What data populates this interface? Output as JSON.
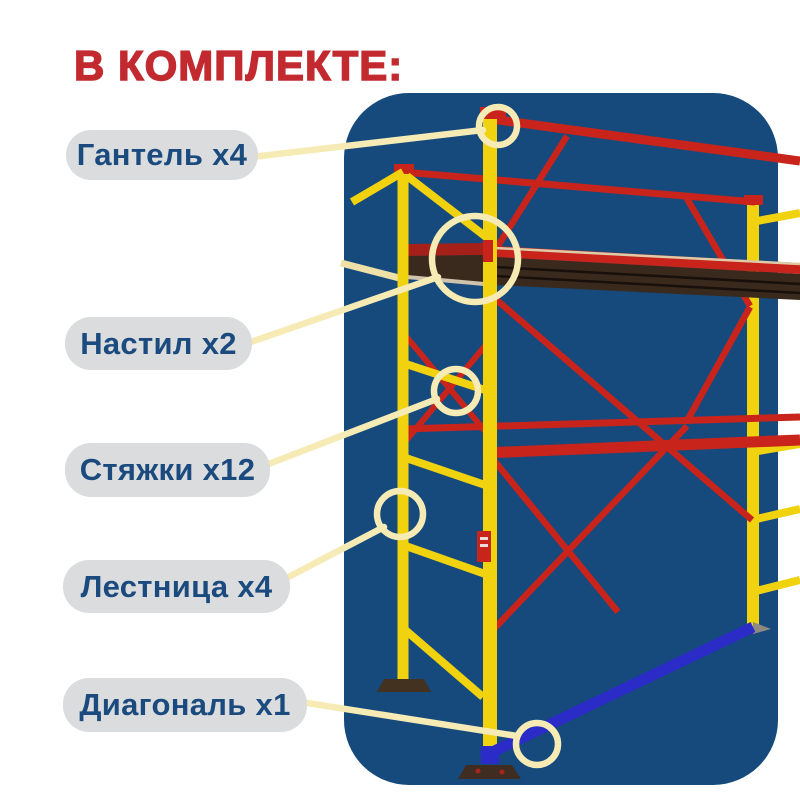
{
  "title": {
    "text": "В КОМПЛЕКТЕ:"
  },
  "labels": [
    {
      "id": "gantel",
      "text": "Гантель x4"
    },
    {
      "id": "nastil",
      "text": "Настил x2"
    },
    {
      "id": "styazhki",
      "text": "Стяжки x12"
    },
    {
      "id": "lestnitsa",
      "text": "Лестница x4"
    },
    {
      "id": "diagonal",
      "text": "Диагональ x1"
    }
  ],
  "colors": {
    "page_bg": "#FFFFFF",
    "title_red": "#C22A30",
    "panel_navy": "#164A7C",
    "pill_bg": "#DADCDE",
    "pill_text": "#1B4A7E",
    "callout_yellow": "#F6EBB4",
    "scaffold_yellow": "#F0D20F",
    "scaffold_red": "#C8241C",
    "diagonal_blue": "#2B2BC8",
    "deck_brown": "#3A2A1E"
  }
}
